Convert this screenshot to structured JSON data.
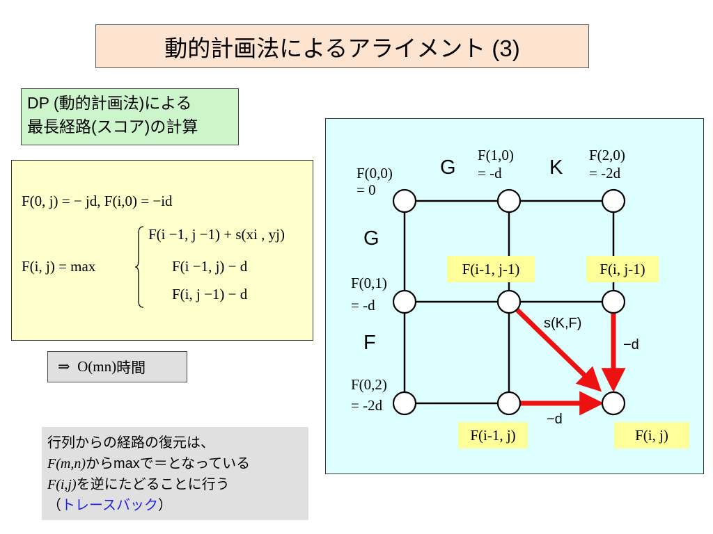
{
  "title": "動的計画法によるアライメント (3)",
  "dp_box": {
    "line1": "DP (動的計画法)による",
    "line2": "最長経路(スコア)の計算"
  },
  "formula": {
    "line1": "F(0, j) = − jd,   F(i,0) = −id",
    "lhs": "F(i, j) = max",
    "case1": "F(i −1, j −1) + s(xi , yj)",
    "case2": "F(i −1, j) − d",
    "case3": "F(i, j −1) − d"
  },
  "complexity": {
    "arrow": "⇒",
    "expr": "O(mn)",
    "unit": "時間"
  },
  "note": {
    "line1": "行列からの経路の復元は、",
    "line2_f": "F(m,n)",
    "line2_rest": "からmaxで＝となっている",
    "line3_f": "F(i,j)",
    "line3_rest": "を逆にたどることに行う",
    "line4_open": "（",
    "line4_link": "トレースバック",
    "line4_close": "）"
  },
  "grid": {
    "col_letters": [
      "G",
      "K"
    ],
    "row_letters": [
      "G",
      "F"
    ],
    "labels": {
      "f00a": "F(0,0)",
      "f00b": "= 0",
      "f10a": "F(1,0)",
      "f10b": "= -d",
      "f20a": "F(2,0)",
      "f20b": "= -2d",
      "f01a": "F(0,1)",
      "f01b": "= -d",
      "f02a": "F(0,2)",
      "f02b": "= -2d"
    },
    "cells": {
      "diag": "F(i-1, j-1)",
      "up": "F(i, j-1)",
      "left": "F(i-1, j)",
      "cur": "F(i, j)"
    },
    "edges": {
      "diag": "s(K,F)",
      "vert": "−d",
      "horiz": "−d"
    },
    "arrow_color": "#ee1111"
  }
}
